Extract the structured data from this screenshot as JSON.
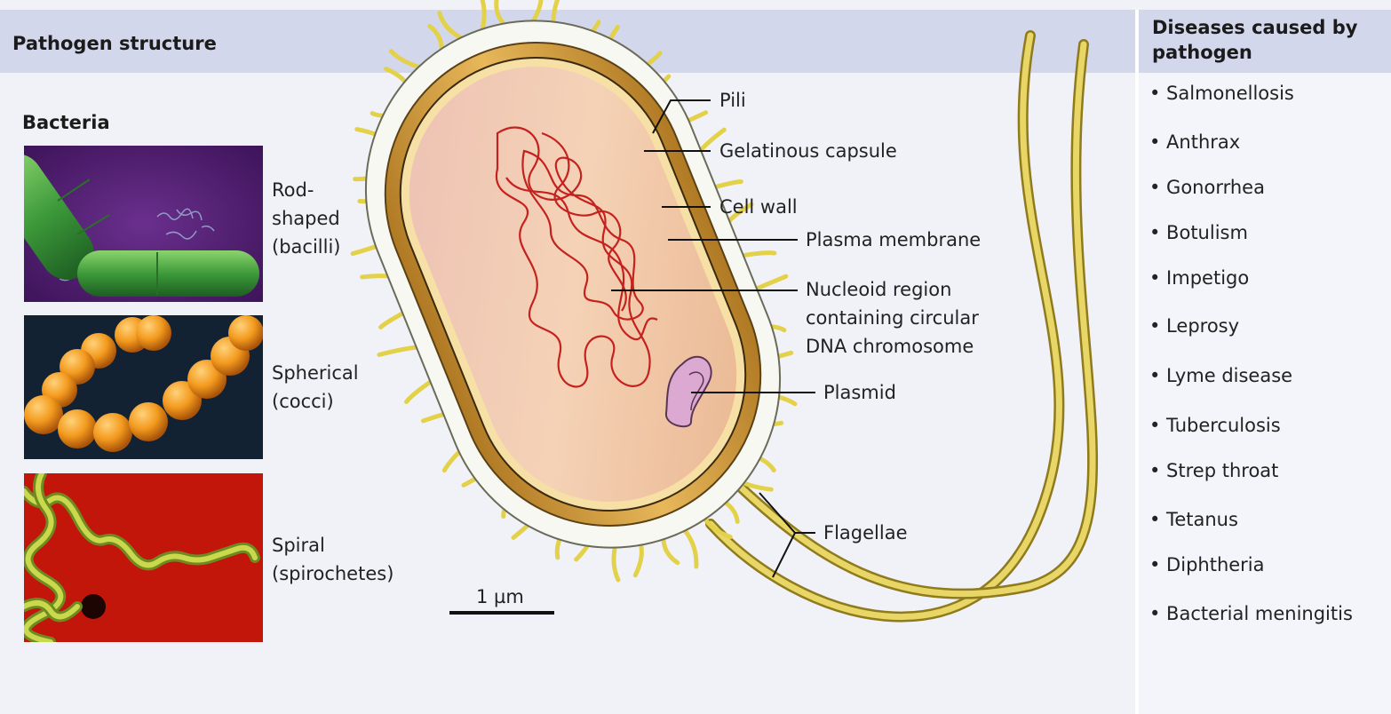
{
  "header": {
    "left_title": "Pathogen structure",
    "right_title": "Diseases caused by pathogen"
  },
  "bacteria": {
    "heading": "Bacteria",
    "shapes": [
      {
        "label": "Rod-shaped (bacilli)",
        "line1": "Rod-",
        "line2": "shaped",
        "line3": "(bacilli)"
      },
      {
        "label": "Spherical (cocci)",
        "line1": "Spherical",
        "line2": "(cocci)"
      },
      {
        "label": "Spiral (spirochetes)",
        "line1": "Spiral",
        "line2": "(spirochetes)"
      }
    ]
  },
  "cell": {
    "labels": {
      "pili": "Pili",
      "capsule": "Gelatinous capsule",
      "cell_wall": "Cell wall",
      "plasma_membrane": "Plasma membrane",
      "nucleoid_line1": "Nucleoid region",
      "nucleoid_line2": "containing circular",
      "nucleoid_line3": "DNA chromosome",
      "plasmid": "Plasmid",
      "flagellae": "Flagellae"
    },
    "scale_bar": "1 µm"
  },
  "diseases": [
    "Salmonellosis",
    "Anthrax",
    "Gonorrhea",
    "Botulism",
    "Impetigo",
    "Leprosy",
    "Lyme disease",
    "Tuberculosis",
    "Strep throat",
    "Tetanus",
    "Diphtheria",
    "Bacterial meningitis"
  ],
  "colors": {
    "header_band": "#d3d7ec",
    "pili_yellow": "#e3d14a",
    "capsule_white": "#f7f7f2",
    "cell_wall_gold": "#d6a13c",
    "cytoplasm_peach": "#f3c9ad",
    "dna_red": "#c4221f",
    "plasmid_pink": "#d9a4cf"
  }
}
